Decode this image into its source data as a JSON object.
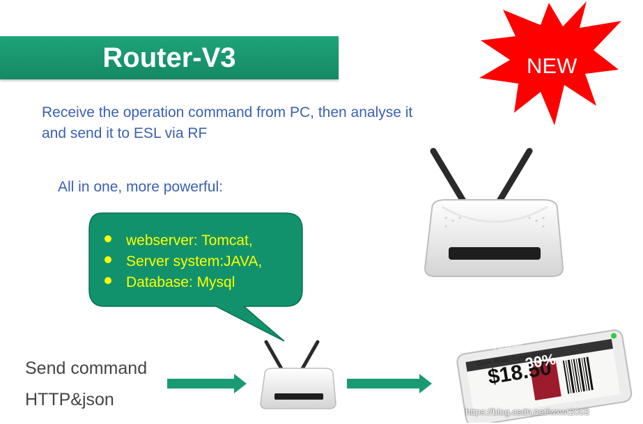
{
  "title": "Router-V3",
  "badge": "NEW",
  "description": {
    "line1": "Receive the operation command from PC, then analyse it",
    "line2": "and send it to ESL via RF"
  },
  "subtitle": "All in one, more powerful:",
  "features": [
    "webserver: Tomcat,",
    "Server system:JAVA,",
    "Database: Mysql"
  ],
  "input": {
    "line1": "Send command",
    "line2": "HTTP&json"
  },
  "esl": {
    "store": "PUSsmart",
    "product": "Oven Roast Turkey Breast",
    "price": "$18.50",
    "discount": "30%"
  },
  "watermark": "https://blog.csdn.net/wxwt2003",
  "colors": {
    "banner": "#1a9a72",
    "bubble": "#11926c",
    "bullet": "#ffff00",
    "description": "#3a5fb3",
    "arrow": "#1a9a72",
    "starburst": "#ff0000"
  }
}
